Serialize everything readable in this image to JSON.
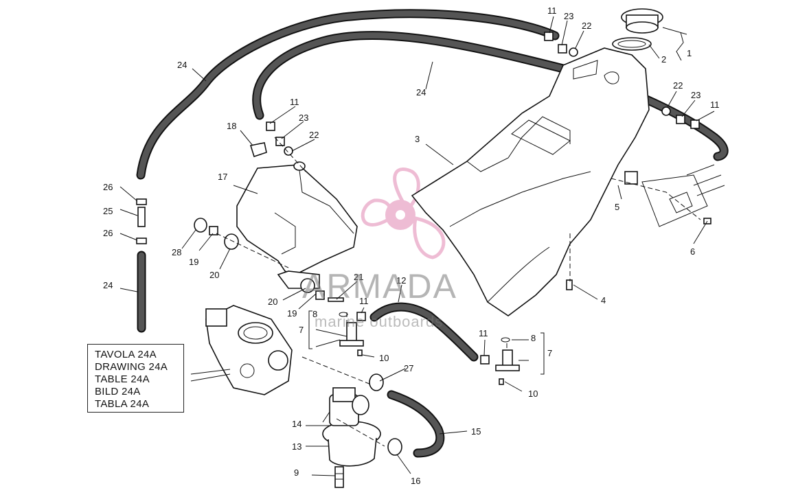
{
  "reference_box": {
    "lines": [
      "TAVOLA 24A",
      "DRAWING 24A",
      "TABLE 24A",
      "BILD 24A",
      "TABLA 24A"
    ]
  },
  "watermark": {
    "brand": "ARMADA",
    "subtitle": "marine outboards",
    "color": "#e9a6c6"
  },
  "callouts": [
    "1",
    "2",
    "3",
    "4",
    "5",
    "6",
    "7",
    "7",
    "8",
    "8",
    "9",
    "10",
    "10",
    "11",
    "11",
    "11",
    "11",
    "11",
    "12",
    "13",
    "14",
    "15",
    "16",
    "17",
    "18",
    "19",
    "19",
    "20",
    "20",
    "21",
    "22",
    "22",
    "22",
    "23",
    "23",
    "23",
    "24",
    "24",
    "24",
    "25",
    "26",
    "26",
    "27",
    "28"
  ]
}
